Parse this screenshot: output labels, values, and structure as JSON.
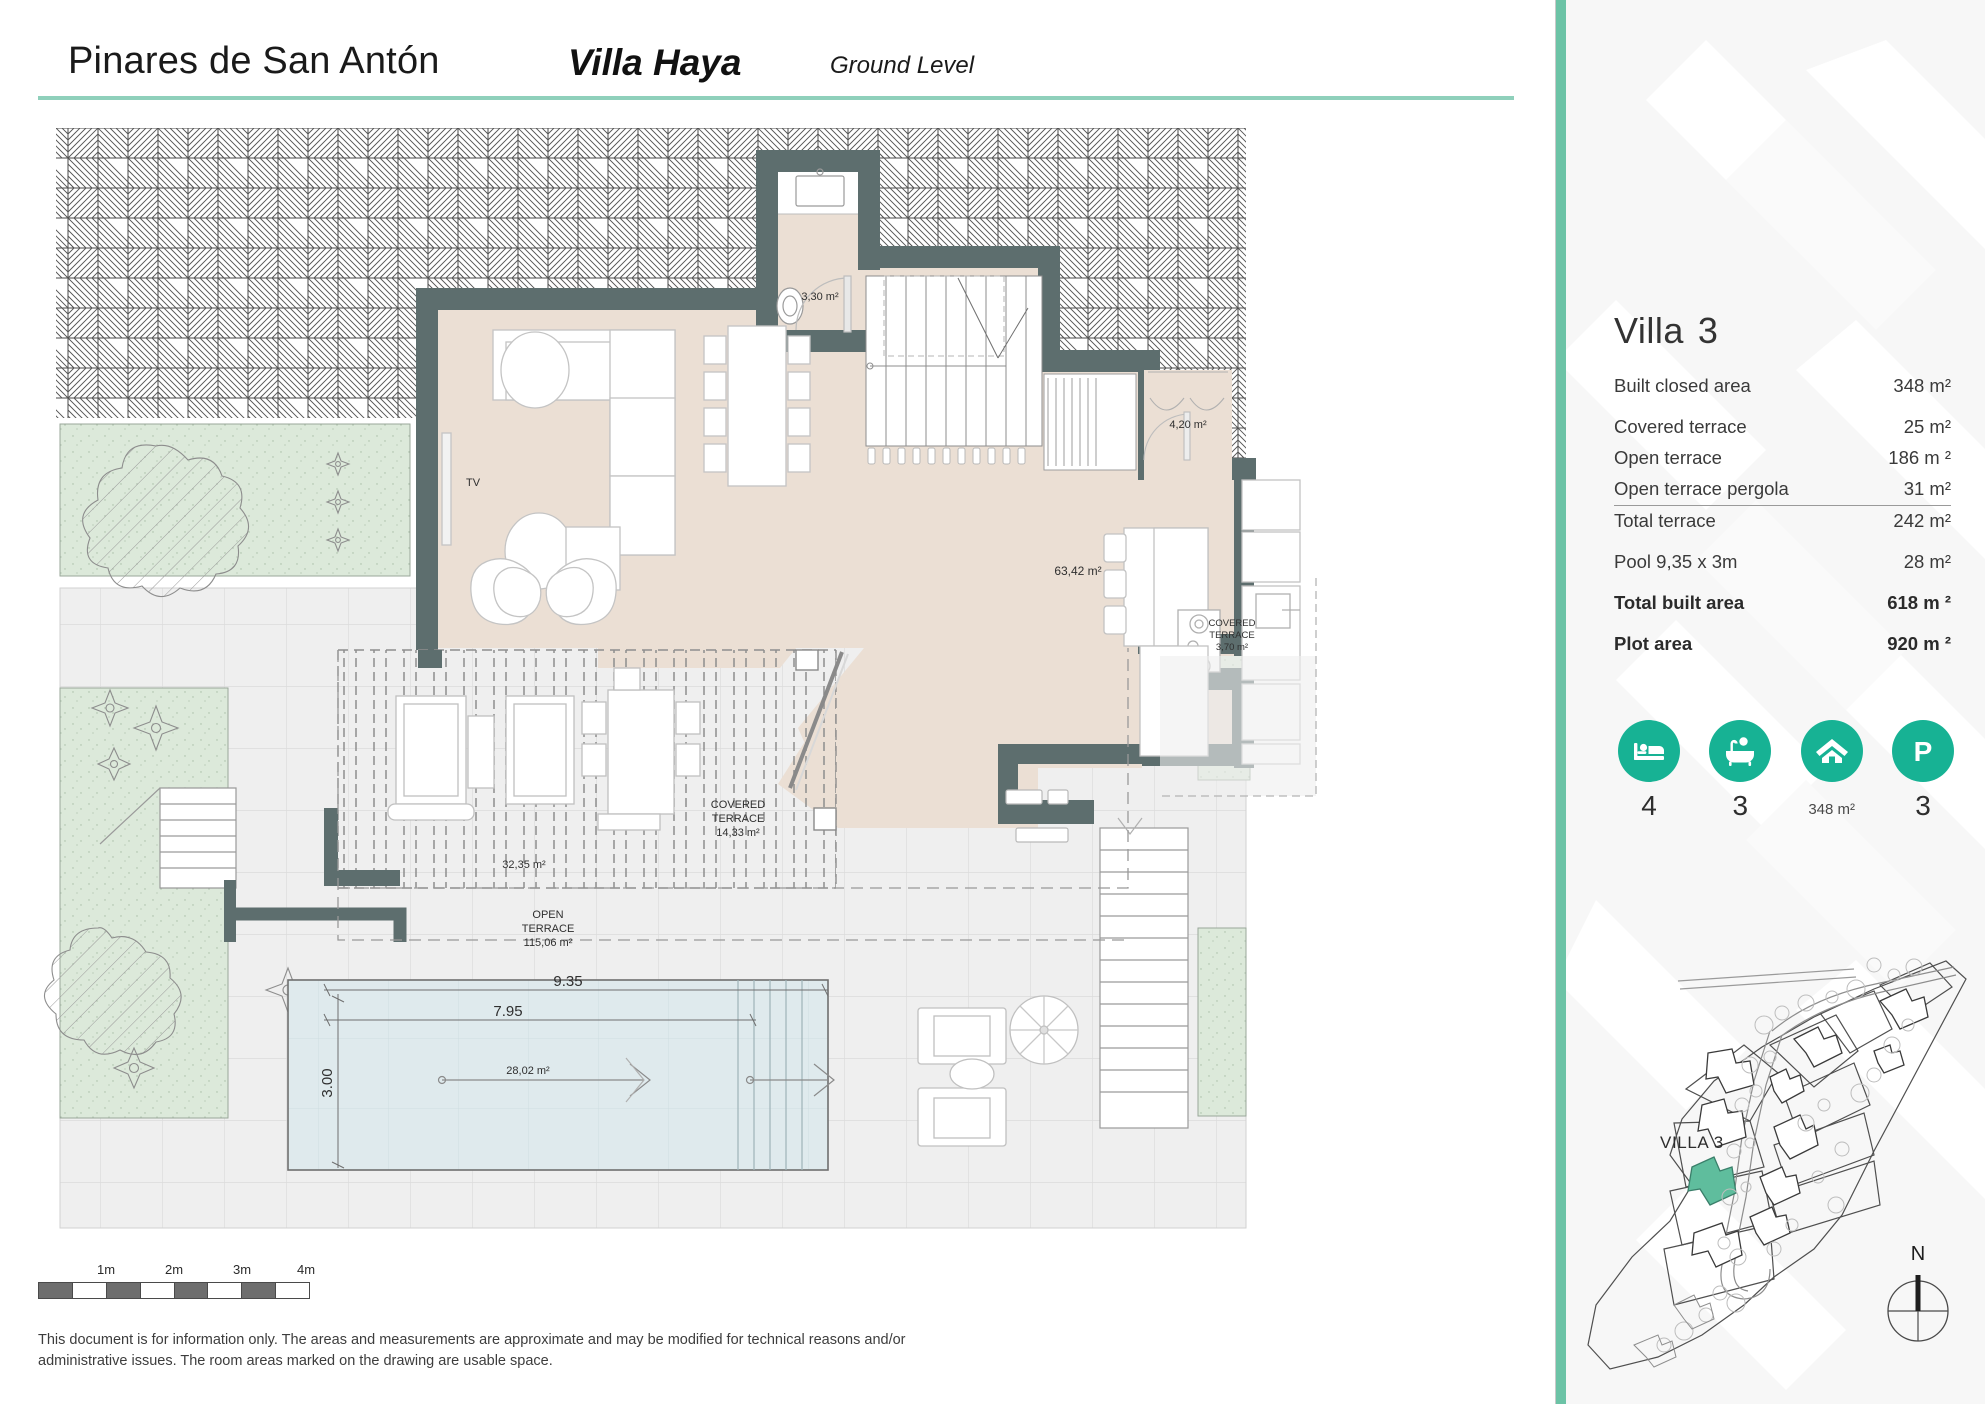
{
  "header": {
    "project": "Pinares de San Antón",
    "villa_name": "Villa Haya",
    "level": "Ground Level"
  },
  "sidebar": {
    "title_word": "Villa",
    "title_number": "3",
    "specs": [
      {
        "label": "Built closed area",
        "value": "348 m²"
      },
      {
        "label": "Covered terrace",
        "value": "25 m²"
      },
      {
        "label": "Open terrace",
        "value": "186 m ²"
      },
      {
        "label": "Open terrace pergola",
        "value": "31 m²"
      },
      {
        "label": "Total terrace",
        "value": "242 m²"
      },
      {
        "label": "Pool 9,35 x 3m",
        "value": "28 m²"
      },
      {
        "label": "Total built area",
        "value": "618 m ²"
      },
      {
        "label": "Plot area",
        "value": "920 m ²"
      }
    ],
    "features": [
      {
        "icon": "bed-icon",
        "value": "4"
      },
      {
        "icon": "bathtub-icon",
        "value": "3"
      },
      {
        "icon": "house-icon",
        "value": "348 m²"
      },
      {
        "icon": "parking-icon",
        "value": "3"
      }
    ],
    "sitemap": {
      "plot_label": "VILLA 3",
      "compass_label": "N"
    },
    "accent_color": "#6cc3a6",
    "icon_color": "#17b294"
  },
  "scalebar": {
    "ticks": [
      "1m",
      "2m",
      "3m",
      "4m"
    ]
  },
  "footer": {
    "disclaimer": "This document is for information only. The areas and measurements are approximate and may be modified for technical reasons and/or administrative issues. The room areas marked on the drawing are usable space."
  },
  "plan": {
    "rooms": [
      {
        "name": "guest-wc",
        "area": "3,30 m²"
      },
      {
        "name": "living-dining",
        "area": "63,42 m²"
      },
      {
        "name": "utility-room",
        "area": "4,20 m²"
      },
      {
        "name": "covered-terrace-side",
        "label": "COVERED\nTERRACE",
        "line1": "COVERED",
        "line2": "TERRACE",
        "area": "3,70 m²"
      },
      {
        "name": "covered-terrace-main",
        "line1": "COVERED",
        "line2": "TERRACE",
        "area": "14,33 m²"
      },
      {
        "name": "pergola-terrace",
        "area": "32,35 m²"
      },
      {
        "name": "open-terrace",
        "line1": "OPEN",
        "line2": "TERRACE",
        "area": "115,06 m²"
      },
      {
        "name": "pool",
        "area": "28,02 m²"
      }
    ],
    "labels": {
      "tv": "TV"
    },
    "dimensions": {
      "pool_outer": "9.35",
      "pool_inner": "7.95",
      "pool_width": "3.00"
    },
    "colors": {
      "wall": "#5d6e6e",
      "interior_floor": "#ebdfd4",
      "garden": "#dce9da",
      "terrace": "#efefef",
      "pool_water": "#dfeaed"
    }
  }
}
